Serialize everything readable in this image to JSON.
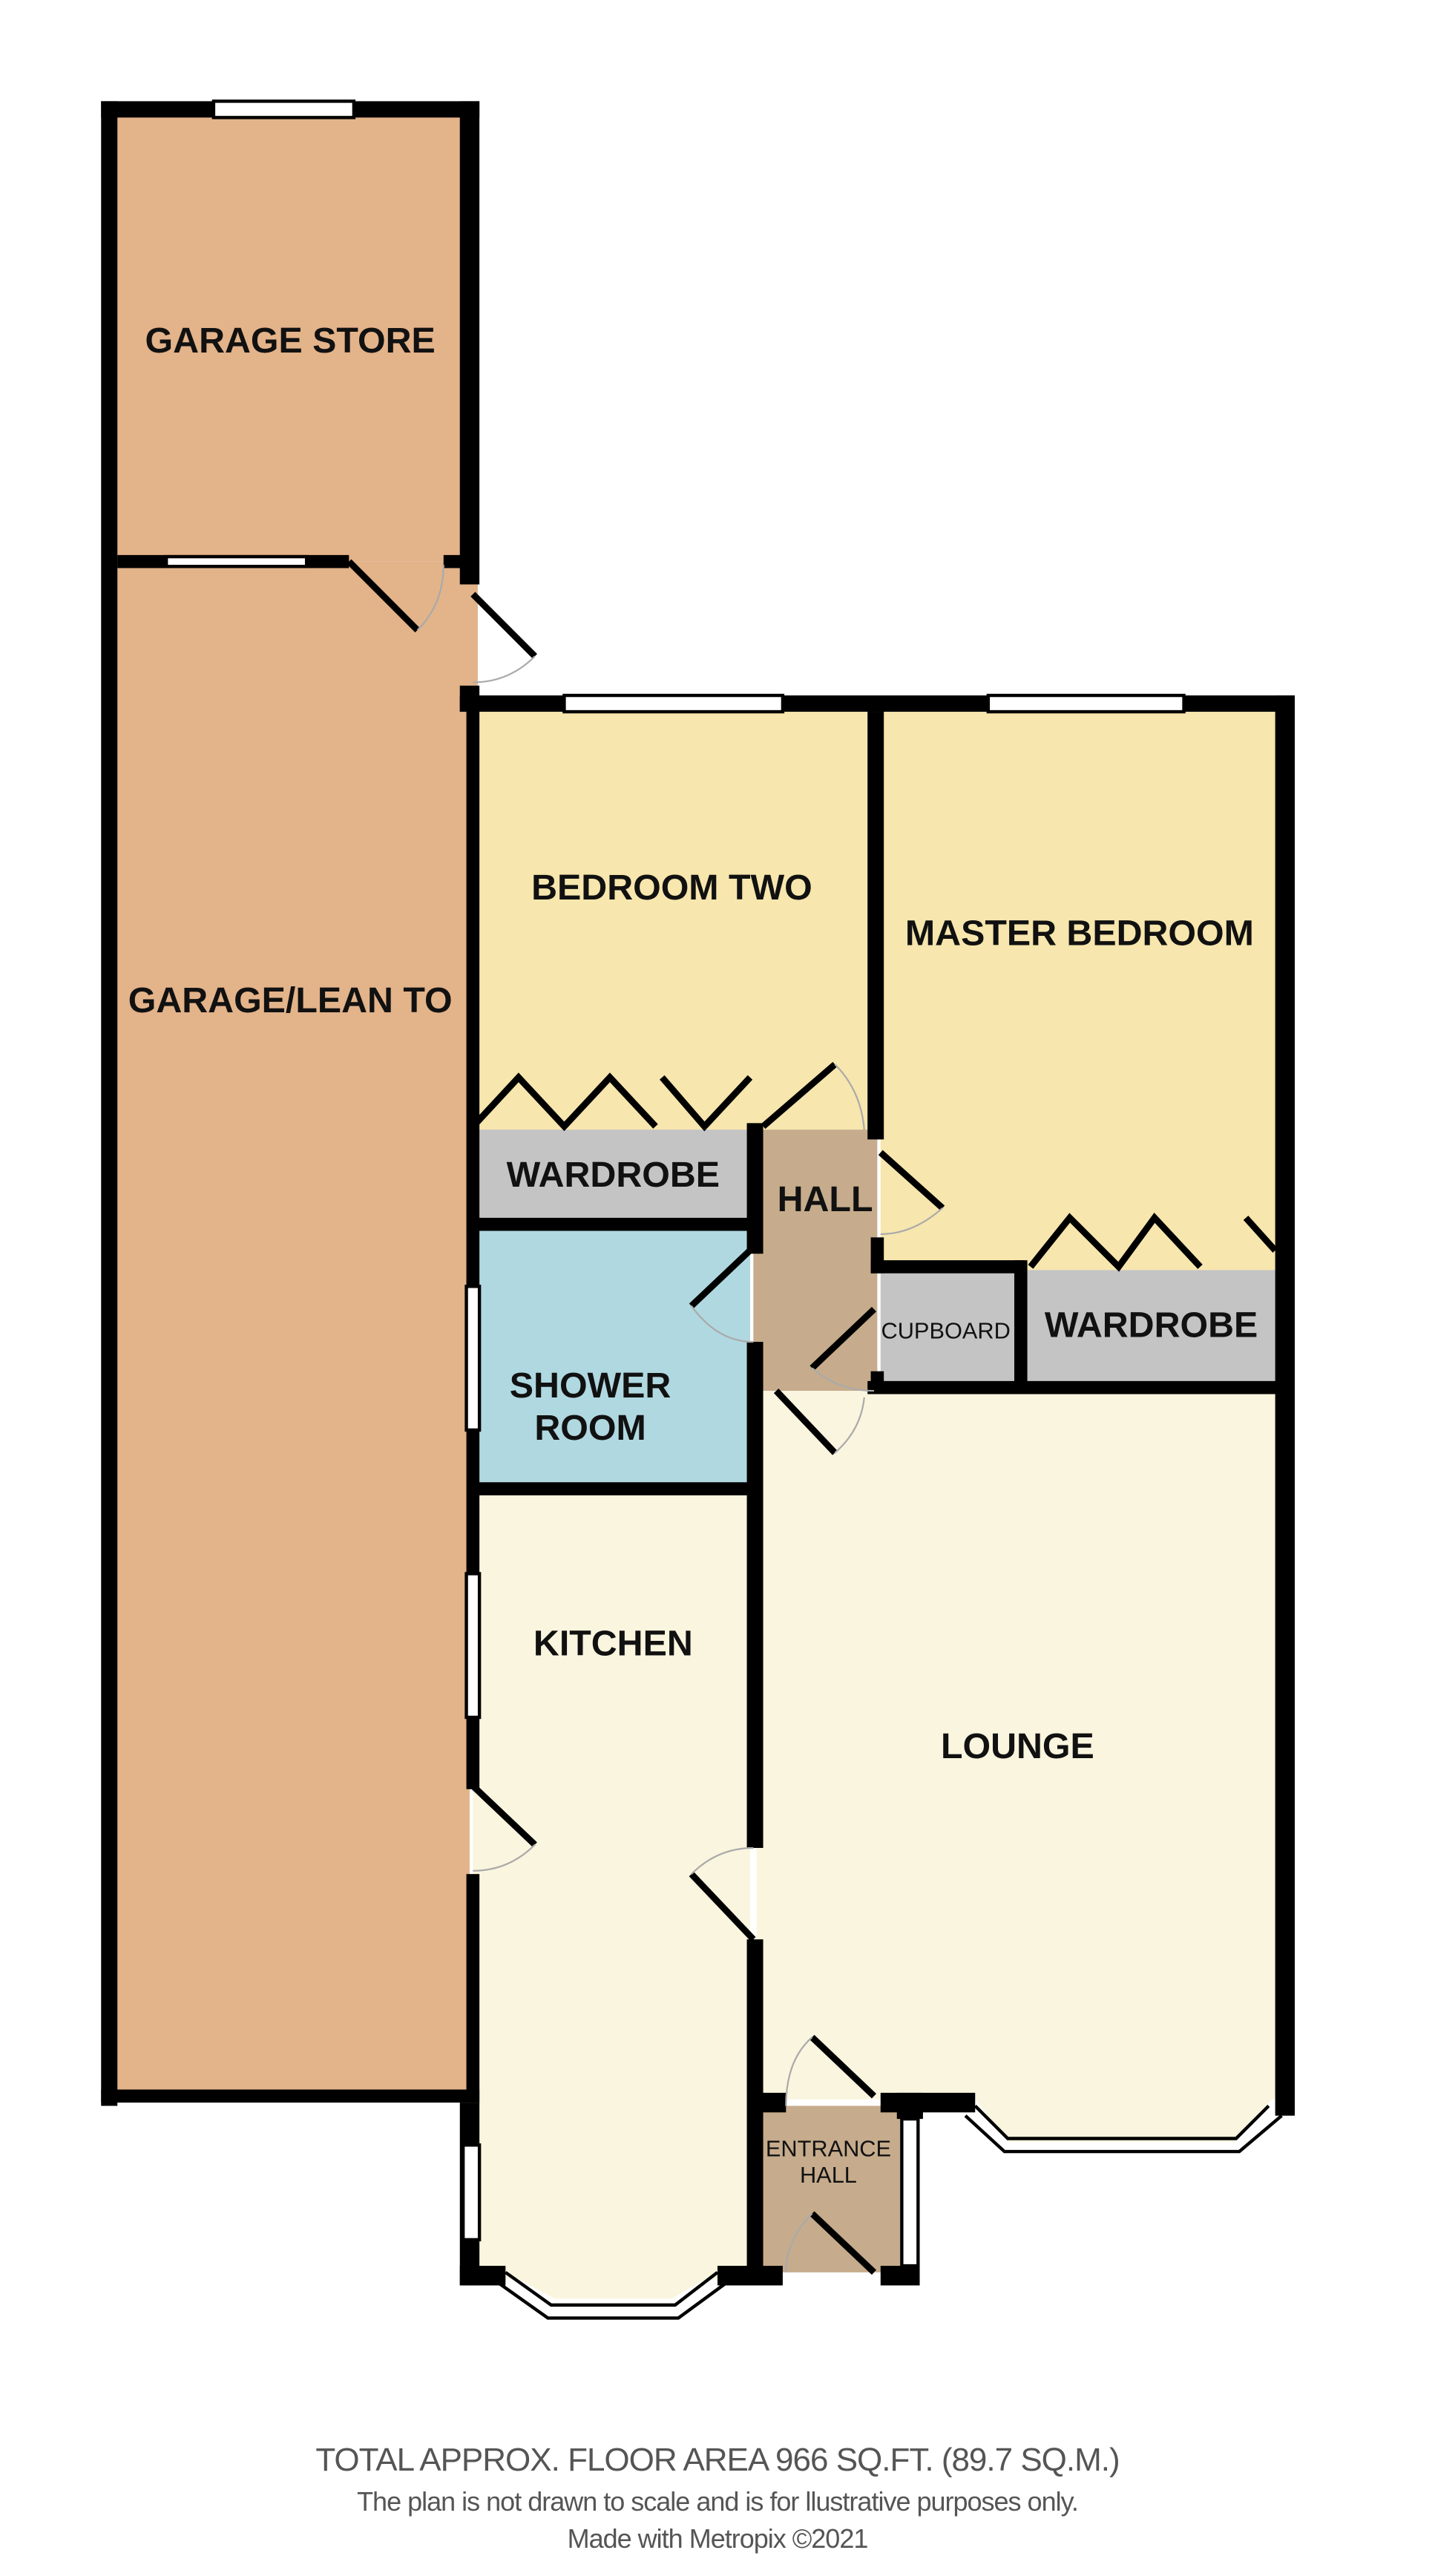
{
  "rooms": {
    "garage_store": "GARAGE STORE",
    "garage_lean_to": "GARAGE/LEAN TO",
    "bedroom_two": "BEDROOM TWO",
    "master_bedroom": "MASTER BEDROOM",
    "wardrobe_bed2": "WARDROBE",
    "hall": "HALL",
    "cupboard": "CUPBOARD",
    "wardrobe_master": "WARDROBE",
    "shower_room_line1": "SHOWER",
    "shower_room_line2": "ROOM",
    "kitchen": "KITCHEN",
    "lounge": "LOUNGE",
    "entrance_hall_line1": "ENTRANCE",
    "entrance_hall_line2": "HALL"
  },
  "colors": {
    "garage": "#e3b38a",
    "bedroom": "#f7e6ad",
    "wardrobe": "#c4c4c4",
    "hall": "#c6ac8c",
    "shower": "#b0d8e0",
    "living": "#faf5de",
    "wall": "#000000"
  },
  "footer": {
    "total_area": "TOTAL APPROX. FLOOR AREA 966 SQ.FT. (89.7 SQ.M.)",
    "disclaimer": "The plan is not drawn to scale and is for llustrative purposes only.",
    "credit": "Made with Metropix ©2021"
  }
}
